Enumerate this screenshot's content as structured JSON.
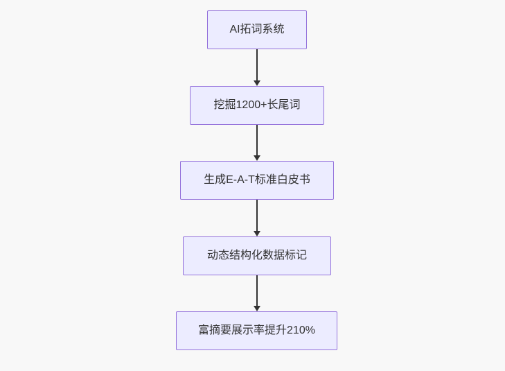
{
  "diagram": {
    "type": "flowchart",
    "direction": "top-down",
    "nodes": [
      {
        "label": "AI拓词系统"
      },
      {
        "label": "挖掘1200+长尾词"
      },
      {
        "label": "生成E-A-T标准白皮书"
      },
      {
        "label": "动态结构化数据标记"
      },
      {
        "label": "富摘要展示率提升210%"
      }
    ],
    "edges": [
      {
        "from": "AI拓词系统",
        "to": "挖掘1200+长尾词"
      },
      {
        "from": "挖掘1200+长尾词",
        "to": "生成E-A-T标准白皮书"
      },
      {
        "from": "生成E-A-T标准白皮书",
        "to": "动态结构化数据标记"
      },
      {
        "from": "动态结构化数据标记",
        "to": "富摘要展示率提升210%"
      }
    ],
    "colors": {
      "node_fill": "#ececff",
      "node_border": "#9370db",
      "edge": "#333333",
      "text": "#333333",
      "background": "#f8f8f8"
    }
  }
}
